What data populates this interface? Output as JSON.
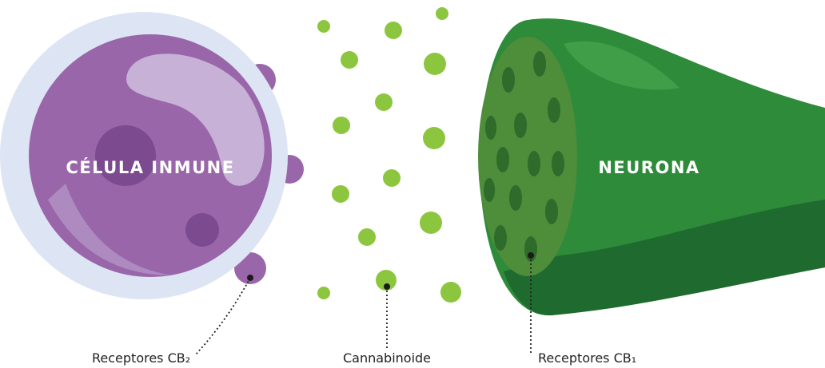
{
  "labels": {
    "immune_cell": "CÉLULA INMUNE",
    "neuron": "NEURONA",
    "cb2_receptors": "Receptores CB₂",
    "cannabinoid": "Cannabinoide",
    "cb1_receptors": "Receptores CB₁"
  },
  "colors": {
    "immune_outer": "#dde4f3",
    "immune_body": "#9966aa",
    "immune_light": "#c7b1d6",
    "immune_dark": "#7b4a8f",
    "cannabinoid": "#8cc63f",
    "neuron_dark": "#1f6b2f",
    "neuron_mid": "#2e8b3a",
    "neuron_light": "#3f9e47",
    "neuron_face": "#4e8d3a",
    "receptor": "#2f6b2a",
    "text": "#222222"
  }
}
